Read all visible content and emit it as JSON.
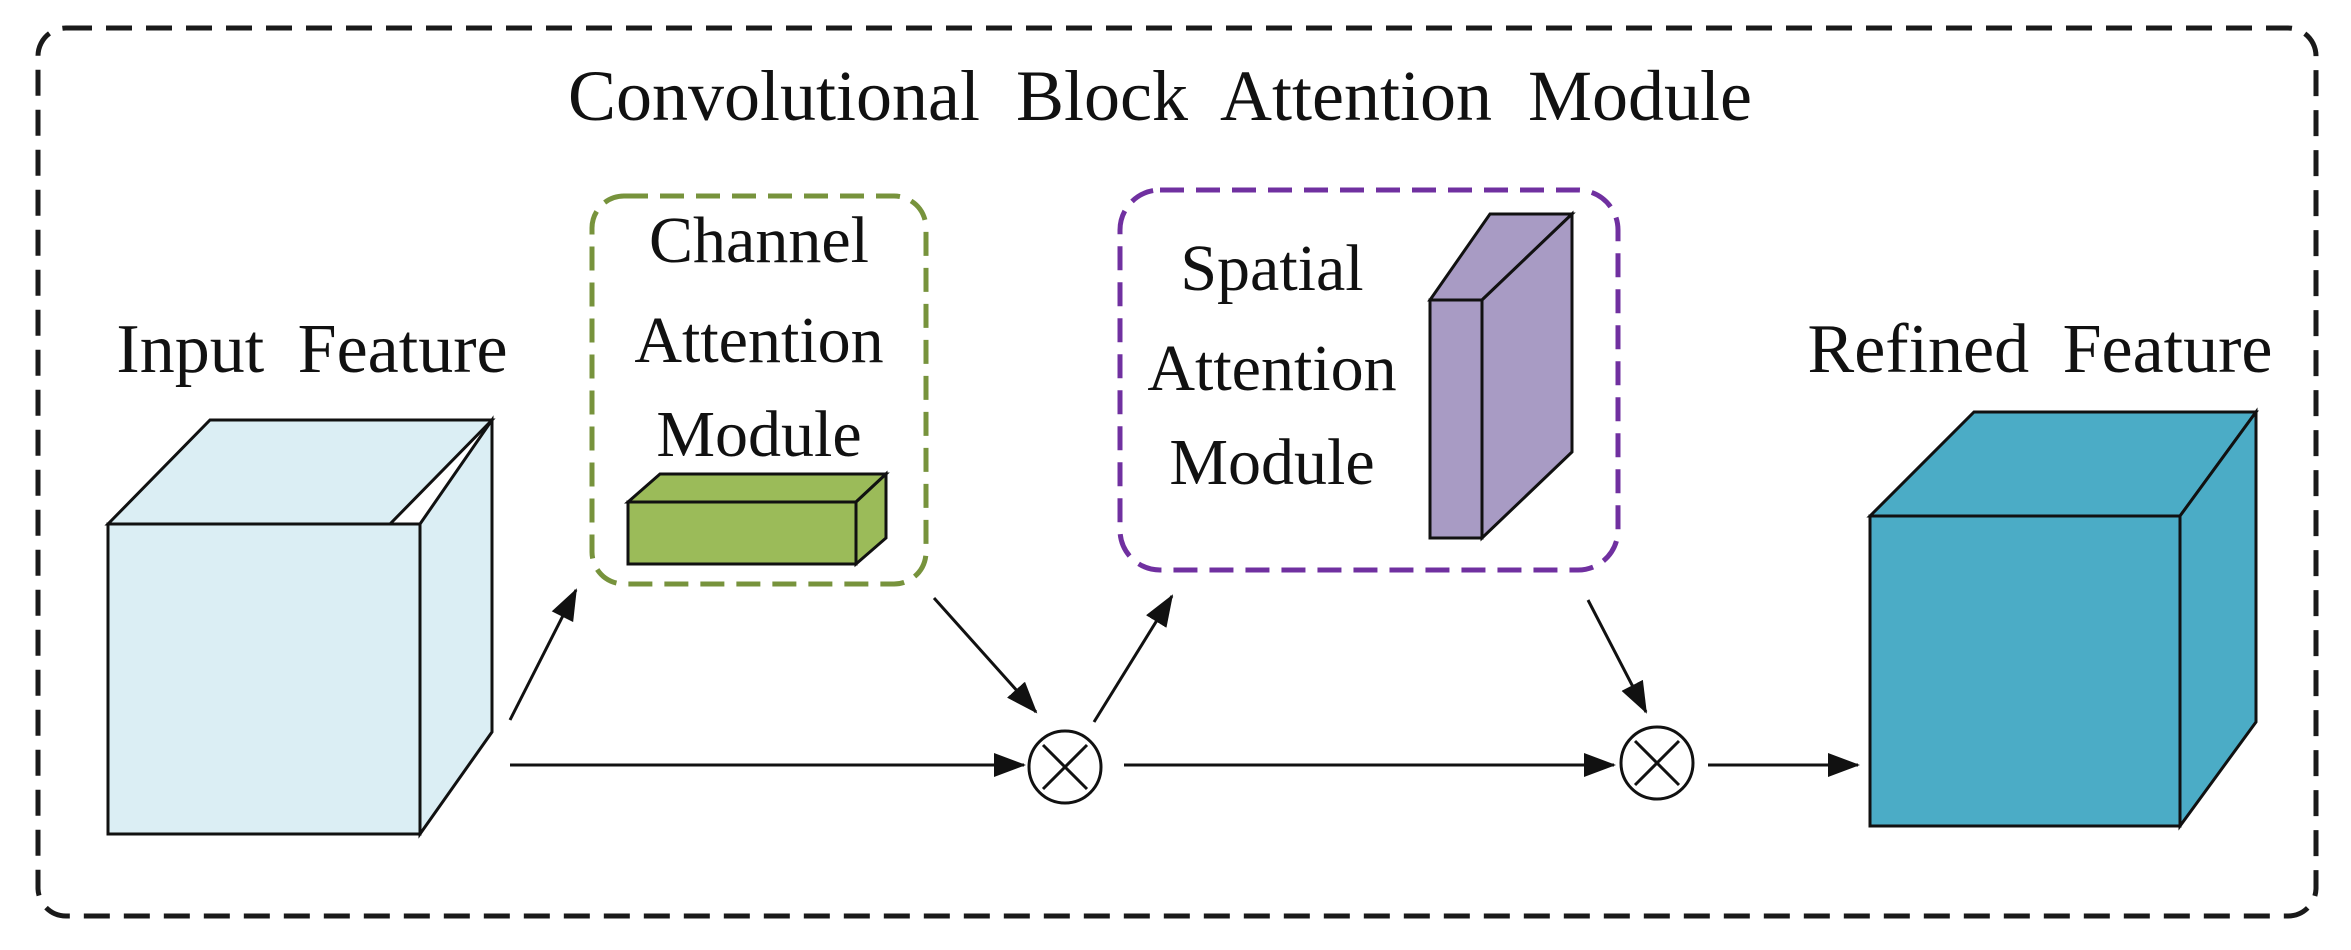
{
  "title": "Convolutional Block Attention Module",
  "input": {
    "label": "Input Feature",
    "front_color": "#dbeef4",
    "side_color": "#dbeef4"
  },
  "channel_module": {
    "lines": [
      "Channel",
      "Attention",
      "Module"
    ],
    "border_color": "#77933c",
    "block_color": "#9bbb59"
  },
  "spatial_module": {
    "lines": [
      "Spatial",
      "Attention",
      "Module"
    ],
    "border_color": "#7030a0",
    "block_color": "#a89bc4"
  },
  "refined": {
    "label": "Refined Feature",
    "front_color": "#4bacc6",
    "side_color": "#4bacc6"
  },
  "multiply_symbol": "⊗",
  "colors": {
    "outline": "#111111",
    "outer_border": "#1a1a1a"
  }
}
